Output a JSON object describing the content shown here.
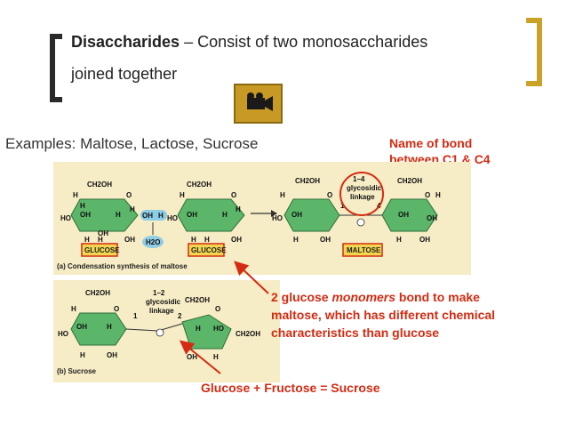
{
  "slide": {
    "title_bold": "Disaccharides",
    "title_rest": " – Consist of two monosaccharides",
    "title_line2": "joined together",
    "examples": "Examples: Maltose, Lactose, Sucrose",
    "bond_note": [
      "Name of bond",
      "between C1 & C4"
    ],
    "monomer_note": {
      "part1": "2 glucose ",
      "italic": "monomers",
      "part2": " bond to make",
      "line2": "maltose, which has different chemical",
      "line3": "characteristics than glucose"
    },
    "sucrose_note": "Glucose + Fructose = Sucrose"
  },
  "diagram": {
    "ch2oh": "CH2OH",
    "h": "H",
    "oh": "OH",
    "ho": "HO",
    "o": "O",
    "water": "H2O",
    "glucose_label": "GLUCOSE",
    "maltose_label": "MALTOSE",
    "linkage_14": [
      "1–4",
      "glycosidic",
      "linkage"
    ],
    "linkage_12": [
      "1–2",
      "glycosidic",
      "linkage"
    ],
    "one": "1",
    "two": "2",
    "four": "4",
    "caption_a": "(a) Condensation synthesis of maltose",
    "caption_b": "(b) Sucrose"
  },
  "colors": {
    "accent_red": "#d42b12",
    "bracket_dark": "#2a2a2a",
    "bracket_gold": "#c9a227",
    "ring_green": "#5bb66a",
    "diagram_bg": "#f6ecc5",
    "label_box": "#f3d64f",
    "movie_button": "#c89a25"
  },
  "icons": {
    "movie": "film-camera-icon"
  }
}
